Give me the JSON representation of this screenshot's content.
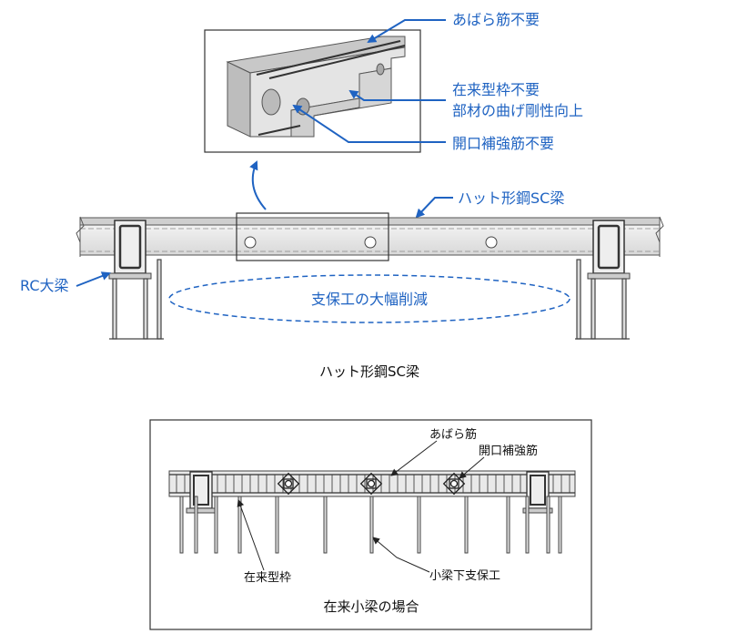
{
  "top_diagram": {
    "callouts": {
      "no_top_rebar": "あばら筋不要",
      "no_formwork": "在来型枠不要",
      "stiffness": "部材の曲げ剛性向上",
      "no_opening_rebar": "開口補強筋不要",
      "hat_beam": "ハット形鋼SC梁",
      "rc_girder": "RC大梁",
      "shoring_reduction": "支保工の大幅削減"
    },
    "caption": "ハット形鋼SC梁",
    "colors": {
      "accent": "#1f63c2",
      "line": "#333333",
      "beam_fill": "#e6e6e6"
    }
  },
  "bottom_diagram": {
    "labels": {
      "stirrup": "あばら筋",
      "opening_rebar": "開口補強筋",
      "conventional_formwork": "在来型枠",
      "shoring": "小梁下支保工"
    },
    "caption": "在来小梁の場合"
  }
}
